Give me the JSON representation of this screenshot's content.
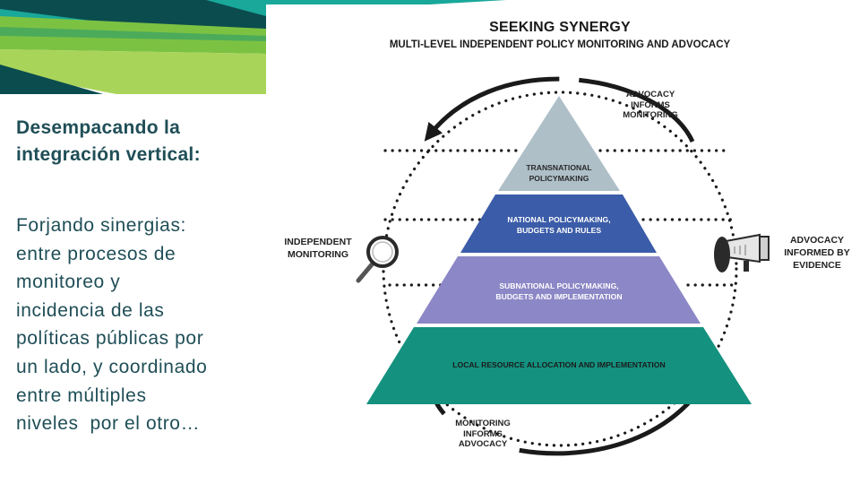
{
  "left": {
    "heading_lines": [
      "Desempacando la",
      "integración vertical:"
    ],
    "body_lines": [
      "Forjando sinergias:",
      "entre procesos de",
      "monitoreo y",
      "incidencia de las",
      "políticas públicas por",
      "un lado, y coordinado",
      "entre múltiples",
      "niveles  por el otro…"
    ]
  },
  "diagram": {
    "title": "SEEKING SYNERGY",
    "subtitle": "MULTI-LEVEL INDEPENDENT POLICY MONITORING AND ADVOCACY",
    "tiers": [
      {
        "lines": [
          "TRANSNATIONAL",
          "POLICYMAKING"
        ],
        "color": "#aebfc8",
        "text_color": "#2a2a2a"
      },
      {
        "lines": [
          "NATIONAL POLICYMAKING,",
          "BUDGETS AND RULES"
        ],
        "color": "#3b5ca8",
        "text_color": "#ffffff"
      },
      {
        "lines": [
          "SUBNATIONAL POLICYMAKING,",
          "BUDGETS AND IMPLEMENTATION"
        ],
        "color": "#8c87c6",
        "text_color": "#ffffff"
      },
      {
        "lines": [
          "LOCAL RESOURCE ALLOCATION AND IMPLEMENTATION"
        ],
        "color": "#14917f",
        "text_color": "#1a1a1a"
      }
    ],
    "labels": {
      "advocacy_informs_monitoring": [
        "ADVOCACY",
        "INFORMS",
        "MONITORING"
      ],
      "monitoring_informs_advocacy": [
        "MONITORING",
        "INFORMS",
        "ADVOCACY"
      ],
      "independent_monitoring": [
        "INDEPENDENT",
        "MONITORING"
      ],
      "advocacy_informed_by_evidence": [
        "ADVOCACY",
        "INFORMED BY",
        "EVIDENCE"
      ]
    },
    "icons": {
      "monitoring": "magnifying-glass-icon",
      "advocacy": "megaphone-icon"
    }
  },
  "colors": {
    "heading": "#1f4e57",
    "band_dark": "#0b4c4f",
    "band_teal": "#0f8a80",
    "band_green": "#7cc242",
    "band_light_green": "#a9d45a"
  }
}
